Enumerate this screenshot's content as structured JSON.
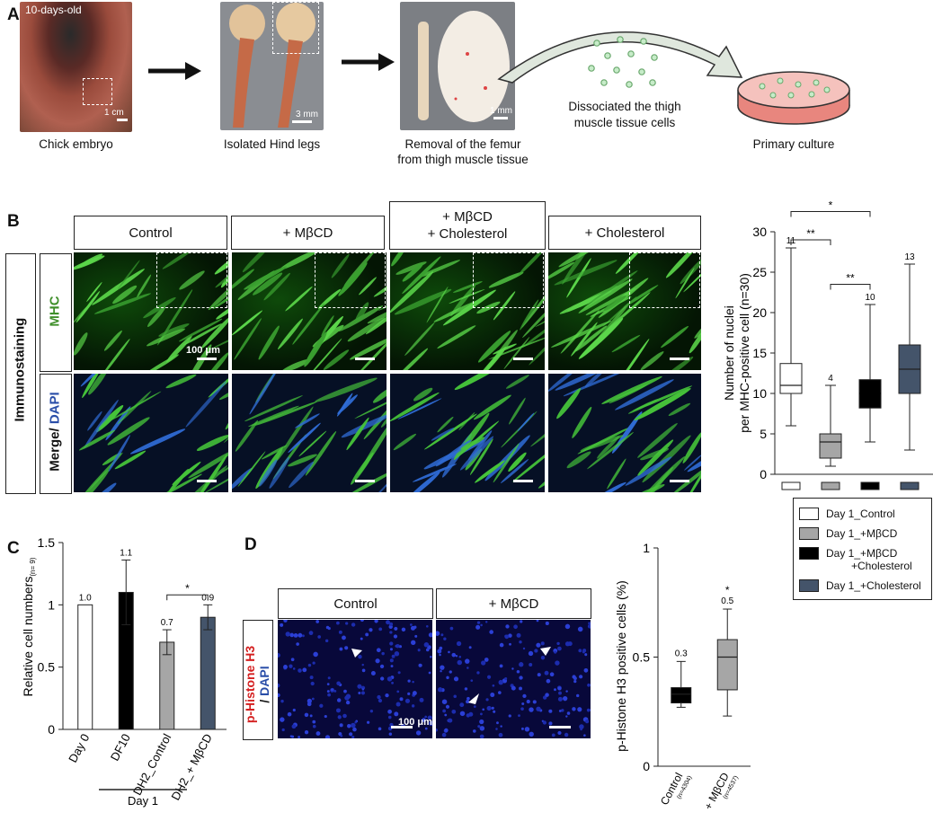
{
  "panel_a": {
    "letter": "A",
    "age_label": "10-days-old",
    "embryo_caption": "Chick embryo",
    "embryo_scale": "1 cm",
    "legs_caption": "Isolated Hind legs",
    "legs_scale": "3 mm",
    "femur_caption_l1": "Removal of the femur",
    "femur_caption_l2": "from thigh muscle tissue",
    "femur_scale": "1 mm",
    "dissoc_l1": "Dissociated the thigh",
    "dissoc_l2": "muscle tissue cells",
    "culture_caption": "Primary culture"
  },
  "panel_b": {
    "letter": "B",
    "headers": [
      "Control",
      "+ MβCD",
      "+ MβCD\n+ Cholesterol",
      "+ Cholesterol"
    ],
    "side_label": "Immunostaining",
    "row1_label": "MHC",
    "row2_label_a": "Merge/ ",
    "row2_label_b": "DAPI",
    "scale_label": "100 μm",
    "legend": [
      "Day 1_Control",
      "Day 1_+MβCD",
      "Day 1_+MβCD",
      "+Cholesterol",
      "Day 1_+Cholesterol"
    ]
  },
  "panel_c": {
    "letter": "C",
    "day_label": "Day 1"
  },
  "panel_d": {
    "letter": "D",
    "headers": [
      "Control",
      "+ MβCD"
    ],
    "label_red": "p-Histone H3",
    "label_sep": "/ ",
    "label_blue": "DAPI",
    "scale_label": "100 μm"
  },
  "chart_data": [
    {
      "type": "box",
      "id": "B",
      "ylabel_l1": "Number of nuclei",
      "ylabel_l2": "per MHC-positive cell (n=30)",
      "ylim": [
        0,
        30
      ],
      "yticks": [
        "0",
        "5",
        "10",
        "15",
        "20",
        "25",
        "30"
      ],
      "boxes": [
        {
          "min": 6,
          "q1": 10,
          "median": 11,
          "q3": 13.7,
          "max": 28,
          "label": "11",
          "fill": "#ffffff"
        },
        {
          "min": 1,
          "q1": 2,
          "median": 4,
          "q3": 5,
          "max": 11,
          "label": "4",
          "fill": "#a6a6a6"
        },
        {
          "min": 4,
          "q1": 8.2,
          "median": 10,
          "q3": 11.7,
          "max": 21,
          "label": "10",
          "fill": "#000000"
        },
        {
          "min": 3,
          "q1": 10,
          "median": 13,
          "q3": 16,
          "max": 26,
          "label": "13",
          "fill": "#44546a"
        }
      ],
      "brackets": [
        {
          "from": 0,
          "to": 1,
          "y": 29,
          "label": "**"
        },
        {
          "from": 0,
          "to": 2,
          "y": 32.5,
          "label": "*"
        },
        {
          "from": 1,
          "to": 2,
          "y": 23.5,
          "label": "**"
        }
      ]
    },
    {
      "type": "bar",
      "id": "C",
      "ylabel": "Relative cell numbers",
      "ylabel_sub": "(n= 9)",
      "ylim": [
        0,
        1.5
      ],
      "yticks": [
        "0",
        "0.5",
        "1",
        "1.5"
      ],
      "categories": [
        "Day 0",
        "DF10",
        "DH2_Control",
        "DH2_+ MβCD"
      ],
      "values": [
        1.0,
        1.1,
        0.7,
        0.9
      ],
      "errors": [
        0,
        0.26,
        0.1,
        0.1
      ],
      "labels": [
        "1.0",
        "1.1",
        "0.7",
        "0.9"
      ],
      "colors": [
        "#ffffff",
        "#000000",
        "#a6a6a6",
        "#44546a"
      ],
      "bracket": {
        "from": 2,
        "to": 3,
        "y": 1.08,
        "label": "*"
      }
    },
    {
      "type": "box",
      "id": "D",
      "ylabel": "p-Histone H3 positive cells (%)",
      "ylim": [
        0,
        1
      ],
      "yticks": [
        "0",
        "0.5",
        "1"
      ],
      "categories": [
        "Control",
        "+ MβCD"
      ],
      "subs": [
        "(n=4304)",
        "(n=4537)"
      ],
      "boxes": [
        {
          "min": 0.27,
          "q1": 0.29,
          "median": 0.33,
          "q3": 0.36,
          "max": 0.48,
          "label": "0.3",
          "fill": "#000000"
        },
        {
          "min": 0.23,
          "q1": 0.35,
          "median": 0.5,
          "q3": 0.58,
          "max": 0.72,
          "label": "0.5",
          "fill": "#a6a6a6"
        }
      ],
      "star": "*"
    }
  ]
}
